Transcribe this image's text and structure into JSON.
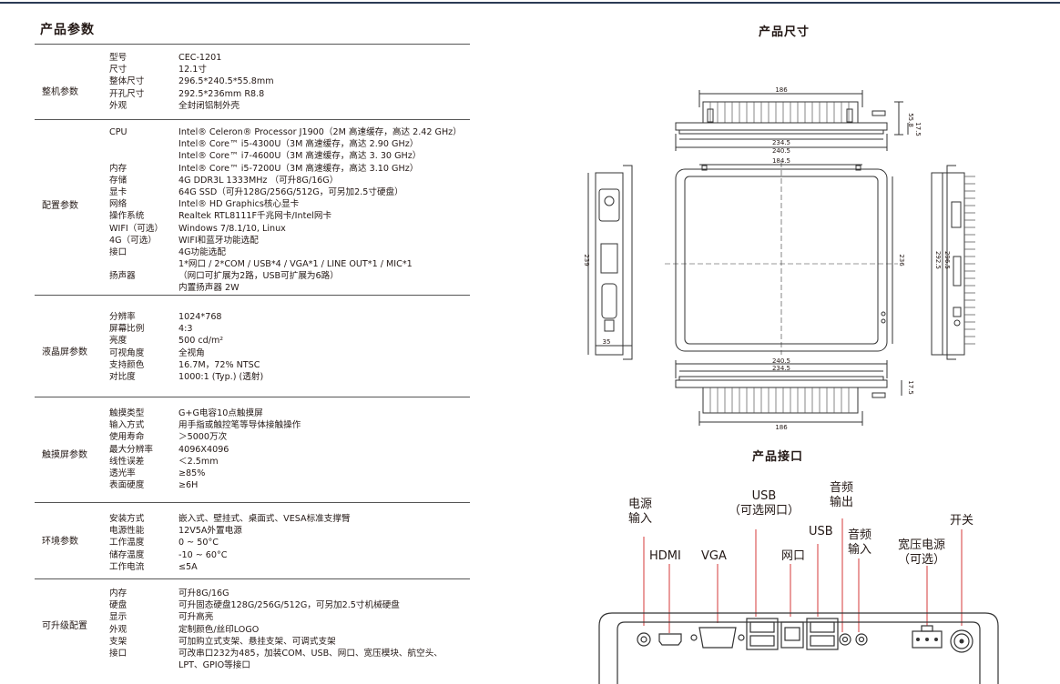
{
  "spec": {
    "title": "产品参数",
    "sections": [
      {
        "label": "整机参数",
        "rows": [
          {
            "k": "型号",
            "v": "CEC-1201"
          },
          {
            "k": "尺寸",
            "v": "12.1寸"
          },
          {
            "k": "整体尺寸",
            "v": "296.5*240.5*55.8mm"
          },
          {
            "k": "开孔尺寸",
            "v": "292.5*236mm  R8.8"
          },
          {
            "k": "外观",
            "v": "全封闭铝制外壳"
          }
        ]
      },
      {
        "label": "配置参数",
        "rows": [
          {
            "k": "CPU",
            "v": "Intel® Celeron® Processor J1900（2M 高速缓存，高达 2.42 GHz）"
          },
          {
            "k": "",
            "v": "Intel® Core™ i5-4300U（3M 高速缓存，高达 2.90 GHz）"
          },
          {
            "k": "",
            "v": "Intel® Core™ i7-4600U（3M 高速缓存，高达 3. 30 GHz）"
          },
          {
            "k": "内存",
            "v": "Intel® Core™ i5-7200U（3M 高速缓存，高达 3.10 GHz）"
          },
          {
            "k": "存储",
            "v": "4G DDR3L 1333MHz （可升8G/16G）"
          },
          {
            "k": "显卡",
            "v": "64G SSD（可升128G/256G/512G，可另加2.5寸硬盘）"
          },
          {
            "k": "网络",
            "v": "Intel® HD Graphics核心显卡"
          },
          {
            "k": "操作系统",
            "v": "Realtek RTL8111F千兆网卡/Intel网卡"
          },
          {
            "k": "WIFI（可选）",
            "v": "Windows 7/8.1/10, Linux"
          },
          {
            "k": "4G（可选）",
            "v": "WIFI和蓝牙功能选配"
          },
          {
            "k": "接口",
            "v": "4G功能选配"
          },
          {
            "k": "",
            "v": "1*网口 / 2*COM / USB*4 /  VGA*1 / LINE OUT*1 / MIC*1"
          },
          {
            "k": "扬声器",
            "v": "（网口可扩展为2路，USB可扩展为6路）"
          },
          {
            "k": "",
            "v": "内置扬声器 2W"
          }
        ]
      },
      {
        "label": "液晶屏参数",
        "rows": [
          {
            "k": "分辨率",
            "v": "1024*768"
          },
          {
            "k": "屏幕比例",
            "v": "4:3"
          },
          {
            "k": "亮度",
            "v": "500 cd/m²"
          },
          {
            "k": "可视角度",
            "v": "全视角"
          },
          {
            "k": "支持颜色",
            "v": "16.7M，72% NTSC"
          },
          {
            "k": "对比度",
            "v": "1000:1 (Typ.) (透射)"
          }
        ]
      },
      {
        "label": "触摸屏参数",
        "rows": [
          {
            "k": "触摸类型",
            "v": "G+G电容10点触摸屏"
          },
          {
            "k": "输入方式",
            "v": "用手指或触控笔等导体接触操作"
          },
          {
            "k": "使用寿命",
            "v": "＞5000万次"
          },
          {
            "k": "最大分辨率",
            "v": "4096X4096"
          },
          {
            "k": "线性误差",
            "v": "＜2.5mm"
          },
          {
            "k": "透光率",
            "v": "≥85%"
          },
          {
            "k": "表面硬度",
            "v": "≥6H"
          }
        ]
      },
      {
        "label": "环境参数",
        "rows": [
          {
            "k": "安装方式",
            "v": "嵌入式、壁挂式、桌面式、VESA标准支撑臂"
          },
          {
            "k": "电源性能",
            "v": "12V5A外置电源"
          },
          {
            "k": "工作温度",
            "v": "0 ~ 50°C"
          },
          {
            "k": "储存温度",
            "v": "-10 ~ 60°C"
          },
          {
            "k": "工作电流",
            "v": "≤5A"
          }
        ]
      },
      {
        "label": "可升级配置",
        "rows": [
          {
            "k": "内存",
            "v": "可升8G/16G"
          },
          {
            "k": "硬盘",
            "v": "可升固态硬盘128G/256G/512G，可另加2.5寸机械硬盘"
          },
          {
            "k": "显示",
            "v": "可升高亮"
          },
          {
            "k": "外观",
            "v": "定制颜色/丝印LOGO"
          },
          {
            "k": "支架",
            "v": "可加购立式支架、悬挂支架、可调式支架"
          },
          {
            "k": "接口",
            "v": "可改串口232为485，加装COM、USB、网口、宽压模块、航空头、"
          },
          {
            "k": "",
            "v": "LPT、GPIO等接口"
          }
        ]
      }
    ]
  },
  "dimensions": {
    "title": "产品尺寸",
    "labels": {
      "top_186": "186",
      "top_2345": "234.5",
      "top_2405": "240.5",
      "top_558": "55.8",
      "top_175": "17.5",
      "front_1845": "184.5",
      "front_236": "236",
      "left_239": "239",
      "left_35": "35",
      "right_2925": "292.5",
      "right_2965": "296.5",
      "bot_2405": "240.5",
      "bot_2345": "234.5",
      "bot_186": "186",
      "bot_175": "17.5"
    }
  },
  "interface": {
    "title": "产品接口",
    "ports": {
      "power_in": [
        "电源",
        "输入"
      ],
      "hdmi": "HDMI",
      "vga": "VGA",
      "usb_lan": [
        "USB",
        "（可选网口）"
      ],
      "lan": "网口",
      "usb": "USB",
      "audio_out": [
        "音频",
        "输出"
      ],
      "audio_in": [
        "音频",
        "输入"
      ],
      "wide_power": [
        "宽压电源",
        "（可选）"
      ],
      "switch": "开关"
    }
  }
}
